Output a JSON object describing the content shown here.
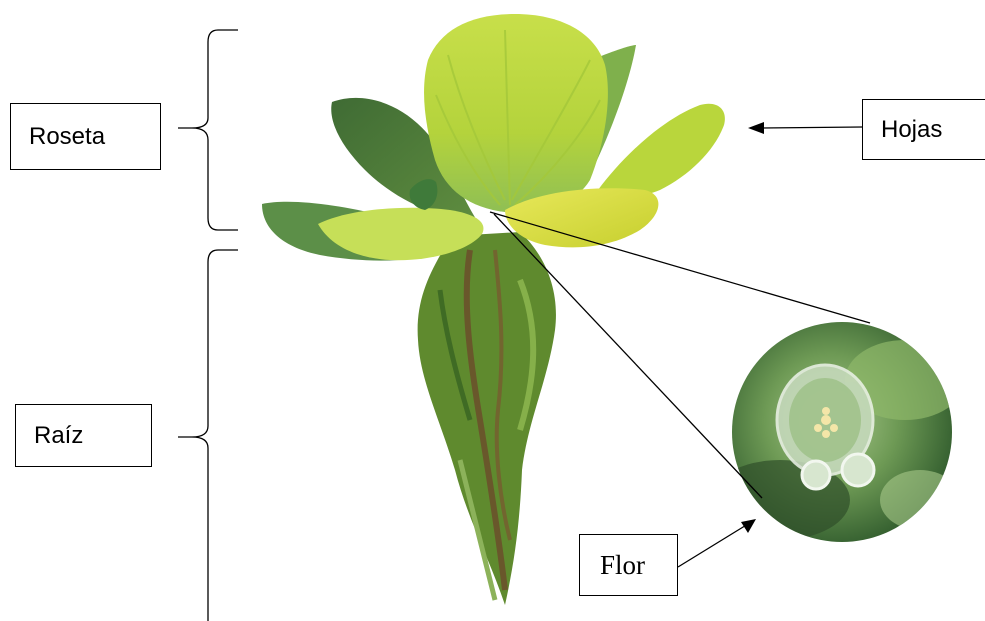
{
  "labels": {
    "roseta": "Roseta",
    "raiz": "Raíz",
    "hojas": "Hojas",
    "flor": "Flor"
  },
  "icons": {
    "plant": "water-lettuce-plant",
    "flower_closeup": "flower-closeup-magnifier"
  },
  "colors": {
    "leaf_light": "#c9dc3a",
    "leaf_mid": "#9fc23c",
    "leaf_dark": "#4f7a35",
    "root": "#5c7a2c",
    "root_dark": "#6b4a2a",
    "flower_bg": "#5d8f4a",
    "outline": "#000000"
  }
}
